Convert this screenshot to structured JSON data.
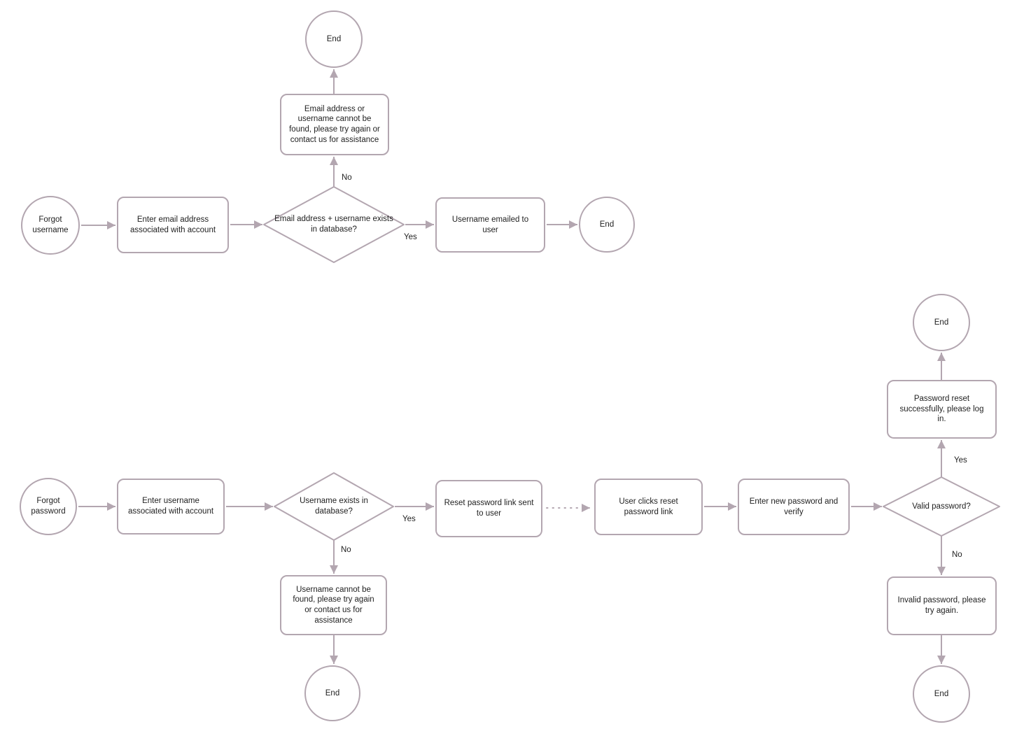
{
  "colors": {
    "stroke": "#b3a6b0",
    "text": "#1f1f1f",
    "background": "#ffffff"
  },
  "forgot_username": {
    "start": "Forgot username",
    "enter_email": "Enter email address associated with account",
    "exists_decision": "Email address + username exists in database?",
    "exists_no": "No",
    "exists_yes": "Yes",
    "not_found": "Email address or username cannot be found, please try again or contact us for assistance",
    "not_found_end": "End",
    "emailed": "Username emailed to user",
    "emailed_end": "End"
  },
  "forgot_password": {
    "start": "Forgot password",
    "enter_username": "Enter username associated with account",
    "exists_decision": "Username exists in database?",
    "exists_yes": "Yes",
    "exists_no": "No",
    "not_found": "Username cannot be found, please try again or contact us for assistance",
    "not_found_end": "End",
    "reset_link": "Reset password link sent to user",
    "clicks_link": "User clicks reset password link",
    "enter_new": "Enter new password and verify",
    "valid_decision": "Valid password?",
    "valid_yes": "Yes",
    "valid_no": "No",
    "reset_success": "Password reset successfully, please log in.",
    "success_end": "End",
    "invalid": "Invalid password, please try again.",
    "invalid_end": "End"
  }
}
